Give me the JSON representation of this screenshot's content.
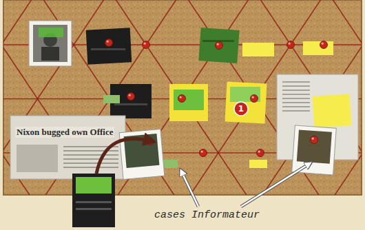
{
  "diagram": {
    "labels": [
      "Nixon bugged own Office",
      "1",
      "cases Informateur"
    ]
  }
}
